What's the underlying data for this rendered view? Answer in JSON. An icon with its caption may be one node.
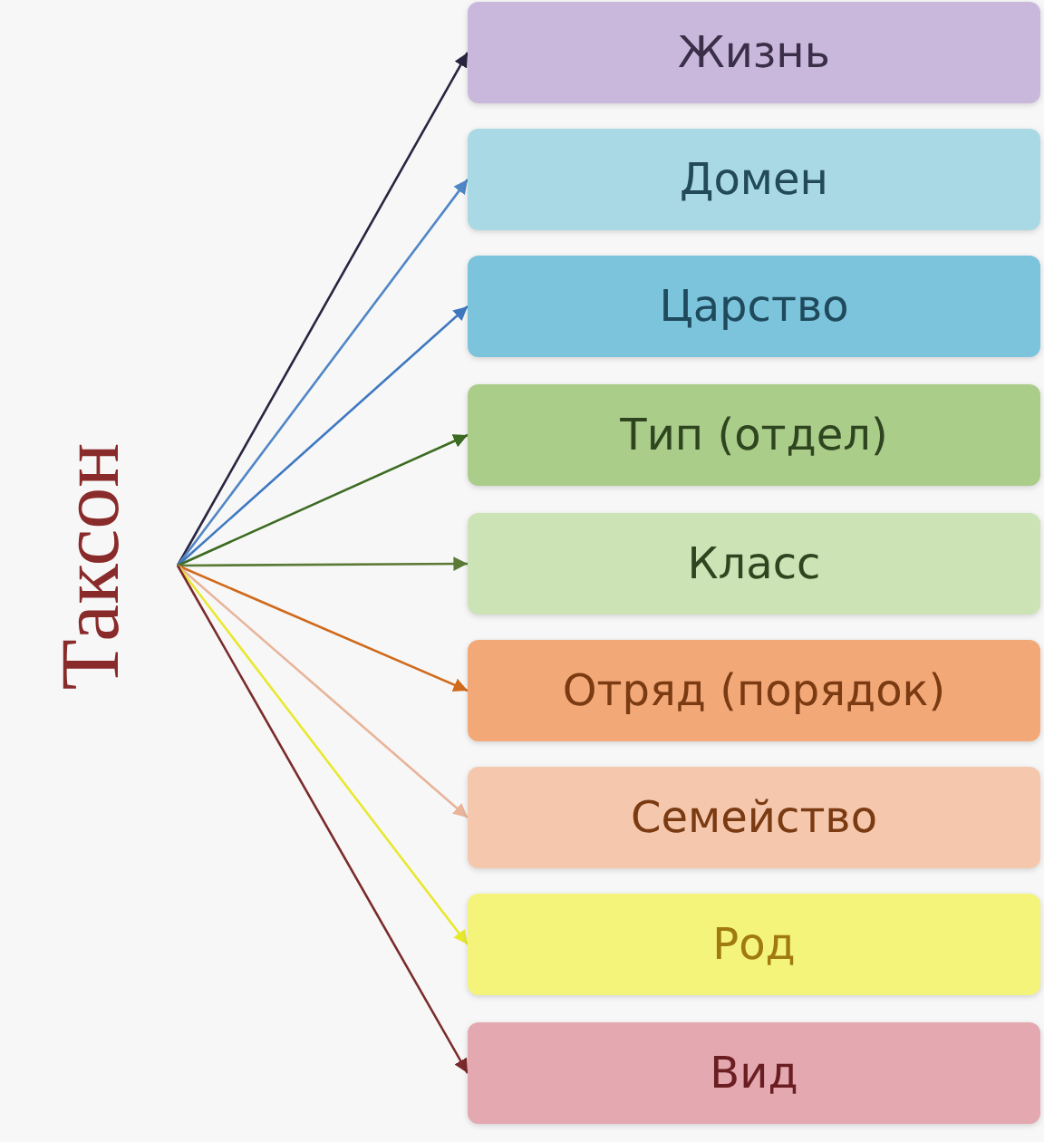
{
  "diagram": {
    "nodes": [
      {
        "text": [
          "Таксон"
        ]
      },
      {
        "text": [
          "Жизнь"
        ]
      },
      {
        "text": [
          "Домен"
        ]
      },
      {
        "text": [
          "Царство"
        ]
      },
      {
        "text": [
          "Тип (отдел)"
        ]
      },
      {
        "text": [
          "Класс"
        ]
      },
      {
        "text": [
          "Отряд (порядок)"
        ]
      },
      {
        "text": [
          "Семейство"
        ]
      },
      {
        "text": [
          "Род"
        ]
      },
      {
        "text": [
          "Вид"
        ]
      }
    ],
    "edges": [
      {
        "from": 0,
        "to": 1,
        "arrow": "to",
        "color": "#2a2440"
      },
      {
        "from": 0,
        "to": 2,
        "arrow": "to",
        "color": "#4f86c6"
      },
      {
        "from": 0,
        "to": 3,
        "arrow": "to",
        "color": "#3f78c0"
      },
      {
        "from": 0,
        "to": 4,
        "arrow": "to",
        "color": "#3d6b22"
      },
      {
        "from": 0,
        "to": 5,
        "arrow": "to",
        "color": "#5a7a35"
      },
      {
        "from": 0,
        "to": 6,
        "arrow": "to",
        "color": "#d06a1c"
      },
      {
        "from": 0,
        "to": 7,
        "arrow": "to",
        "color": "#e8b49a"
      },
      {
        "from": 0,
        "to": 8,
        "arrow": "to",
        "color": "#e8e830"
      },
      {
        "from": 0,
        "to": 9,
        "arrow": "to",
        "color": "#7a2a2a"
      }
    ]
  }
}
